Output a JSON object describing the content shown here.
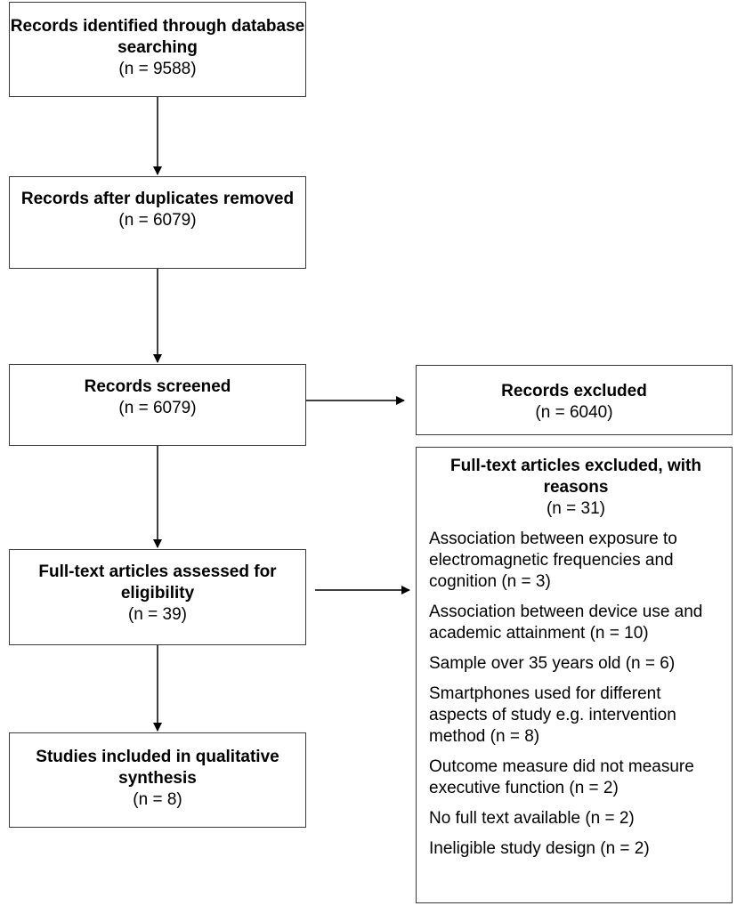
{
  "boxes": {
    "identified": {
      "title": "Records identified through database searching",
      "count": "(n = 9588)"
    },
    "after_duplicates": {
      "title": "Records after duplicates removed",
      "count": "(n = 6079)"
    },
    "screened": {
      "title": "Records screened",
      "count": "(n = 6079)"
    },
    "eligibility": {
      "title": "Full-text articles assessed for eligibility",
      "count": "(n = 39)"
    },
    "included": {
      "title": "Studies included in qualitative synthesis",
      "count": "(n = 8)"
    },
    "excluded": {
      "title": "Records excluded",
      "count": "(n = 6040)"
    },
    "fulltext_excluded": {
      "title": "Full-text articles excluded, with reasons",
      "count": "(n = 31)",
      "reasons": [
        "Association between exposure to electromagnetic frequencies and cognition (n = 3)",
        "Association between device use and academic attainment (n = 10)",
        "Sample over 35 years old (n = 6)",
        "Smartphones used for different aspects of study e.g. intervention method (n = 8)",
        "Outcome measure did not measure executive function (n = 2)",
        "No full text available (n = 2)",
        "Ineligible study design (n = 2)"
      ]
    }
  }
}
